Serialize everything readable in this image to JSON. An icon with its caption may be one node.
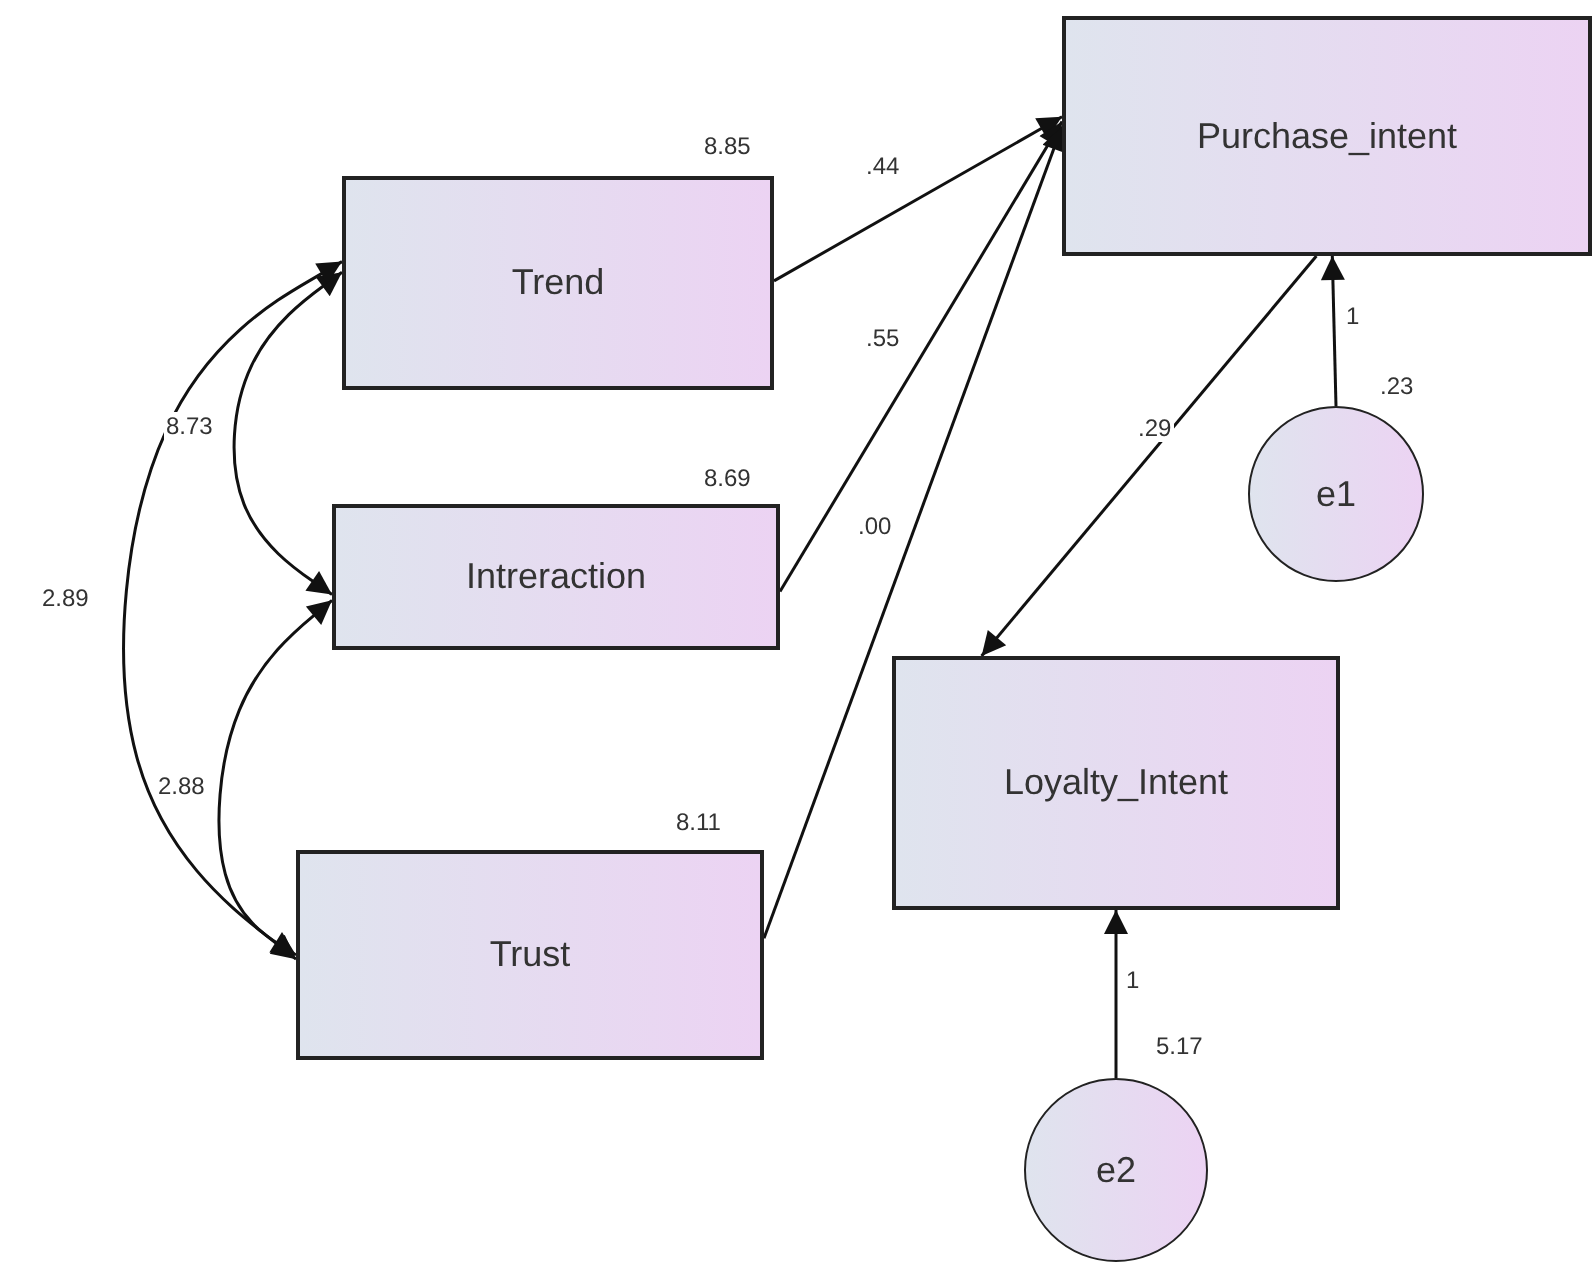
{
  "diagram": {
    "nodes": [
      {
        "text": [
          "Trend"
        ],
        "beside": [
          "8.85"
        ]
      },
      {
        "text": [
          "Intreraction"
        ],
        "beside": [
          "8.69"
        ]
      },
      {
        "text": [
          "Trust"
        ],
        "beside": [
          "8.11"
        ]
      },
      {
        "text": [
          "Purchase_intent"
        ]
      },
      {
        "text": [
          "Loyalty_Intent"
        ]
      },
      {
        "text": [
          "e1"
        ],
        "beside": [
          ".23"
        ]
      },
      {
        "text": [
          "e2"
        ],
        "beside": [
          "5.17"
        ]
      }
    ],
    "edges": [
      {
        "from": 0,
        "to": 3,
        "arrow": "to",
        "label": ".44"
      },
      {
        "from": 1,
        "to": 3,
        "arrow": "to",
        "label": ".55"
      },
      {
        "from": 2,
        "to": 3,
        "arrow": "to",
        "label": ".00"
      },
      {
        "from": 3,
        "to": 4,
        "arrow": "to",
        "label": ".29"
      },
      {
        "from": 5,
        "to": 3,
        "arrow": "to",
        "label": "1"
      },
      {
        "from": 6,
        "to": 4,
        "arrow": "to",
        "label": "1"
      },
      {
        "from": 0,
        "to": 1,
        "arrow": "both",
        "label": "8.73"
      },
      {
        "from": 0,
        "to": 2,
        "arrow": "both",
        "label": "2.89"
      },
      {
        "from": 1,
        "to": 2,
        "arrow": "both",
        "label": "2.88"
      }
    ]
  }
}
